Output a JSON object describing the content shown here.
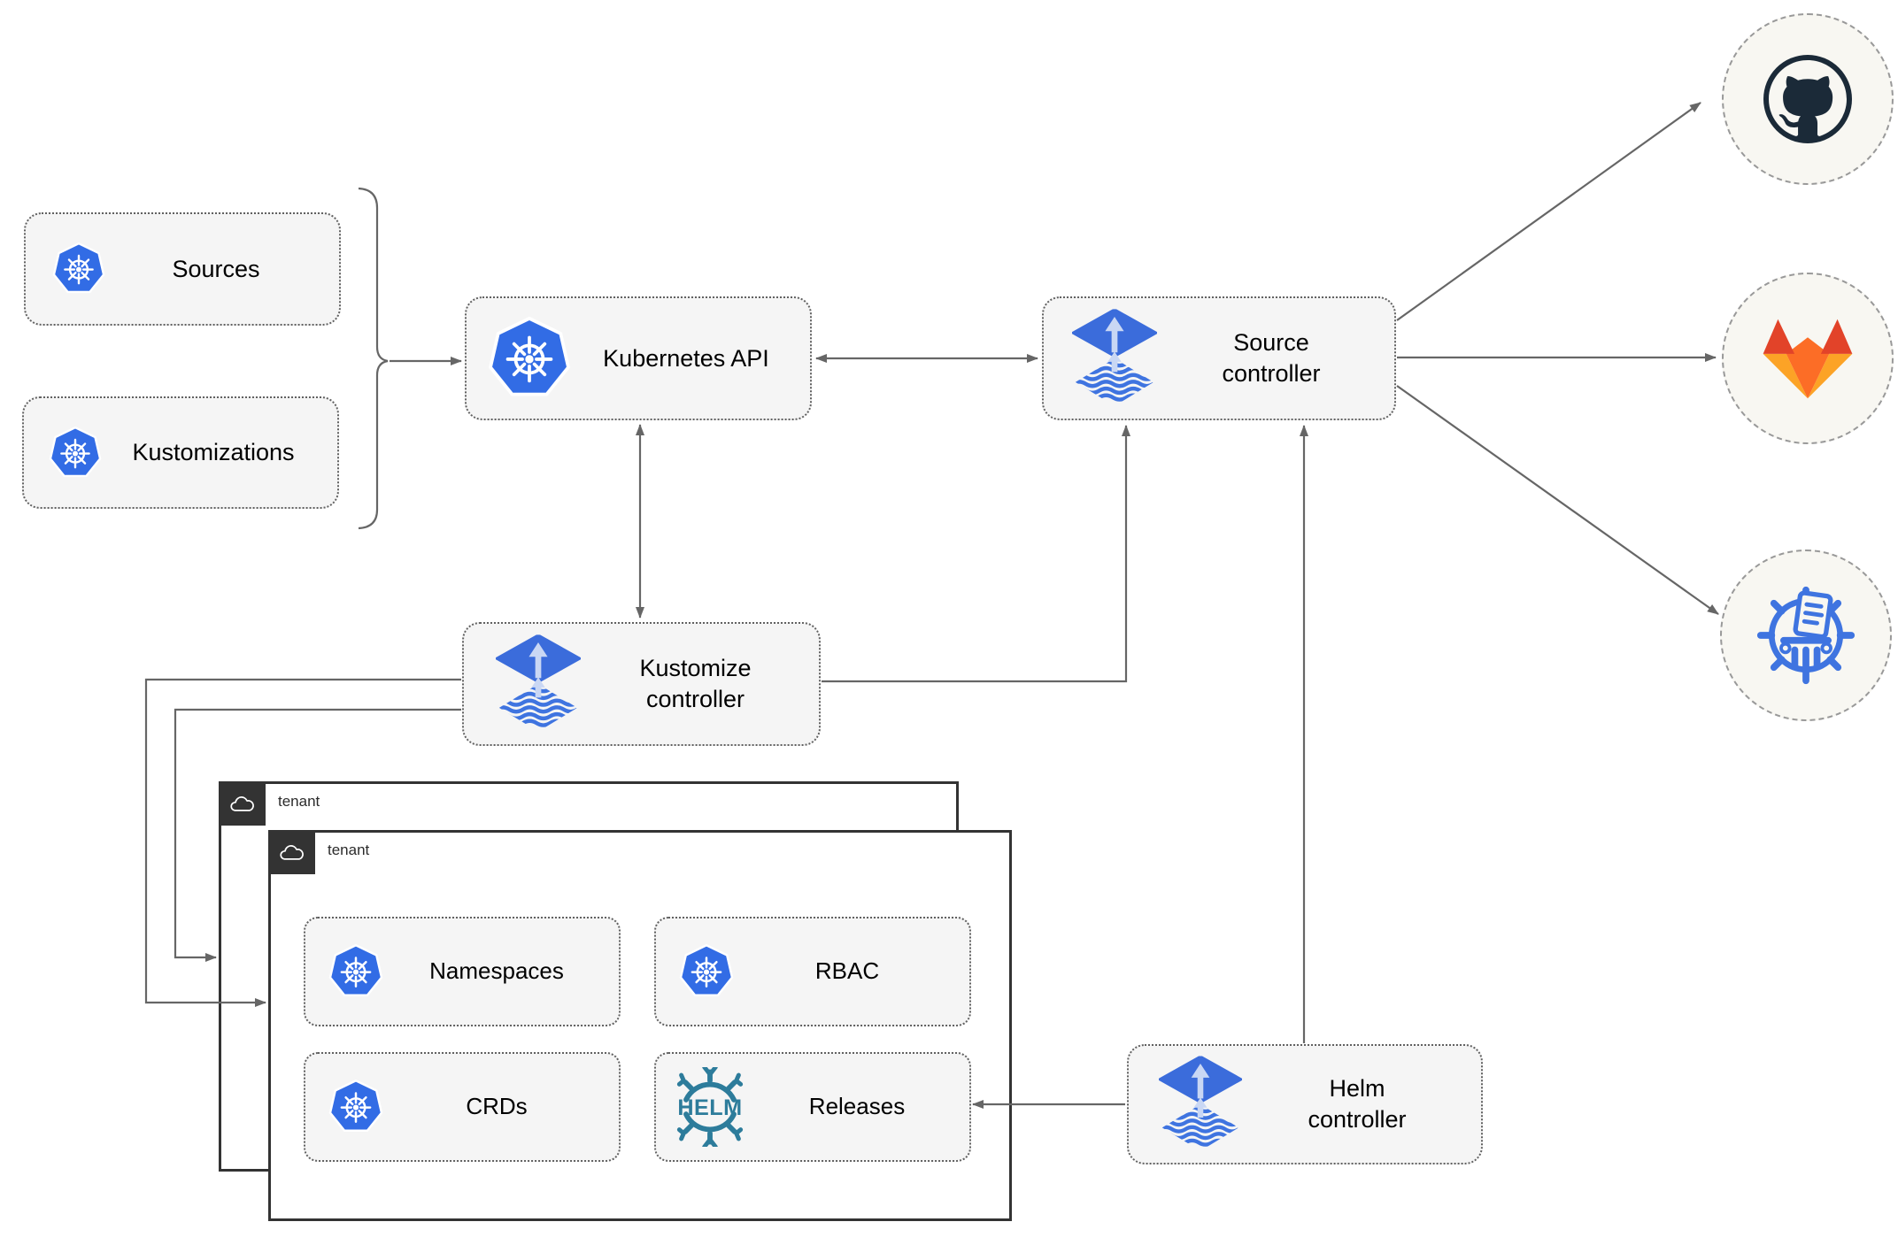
{
  "nodes": {
    "sources": "Sources",
    "kustomizations": "Kustomizations",
    "kubernetes_api": "Kubernetes API",
    "source_controller": "Source controller",
    "kustomize_controller": "Kustomize controller",
    "helm_controller": "Helm controller",
    "namespaces": "Namespaces",
    "rbac": "RBAC",
    "crds": "CRDs",
    "releases": "Releases"
  },
  "tenants": {
    "back": "tenant",
    "front": "tenant"
  },
  "helm_logo": "HELM",
  "icons": {
    "kubernetes": "kubernetes-icon",
    "flux": "flux-icon",
    "helm": "helm-logo-icon",
    "cloud": "cloud-icon",
    "github": "github-icon",
    "gitlab": "gitlab-icon",
    "registry": "registry-icon"
  },
  "edges": [
    {
      "from": "sources-kustomizations-group",
      "to": "kubernetes-api",
      "type": "arrow"
    },
    {
      "from": "kubernetes-api",
      "to": "source-controller",
      "type": "double-arrow"
    },
    {
      "from": "kubernetes-api",
      "to": "kustomize-controller",
      "type": "double-arrow"
    },
    {
      "from": "kustomize-controller",
      "to": "source-controller",
      "type": "arrow"
    },
    {
      "from": "helm-controller",
      "to": "source-controller",
      "type": "arrow"
    },
    {
      "from": "helm-controller",
      "to": "releases",
      "type": "arrow"
    },
    {
      "from": "kustomize-controller",
      "to": "tenant-front",
      "type": "arrow"
    },
    {
      "from": "kustomize-controller",
      "to": "tenant-back",
      "type": "arrow"
    },
    {
      "from": "source-controller",
      "to": "github",
      "type": "arrow"
    },
    {
      "from": "source-controller",
      "to": "gitlab",
      "type": "arrow"
    },
    {
      "from": "source-controller",
      "to": "registry",
      "type": "arrow"
    }
  ],
  "colors": {
    "kubernetes_blue": "#326CE5",
    "flux_blue": "#3B6CDB",
    "flux_arrow": "#C9D7F4",
    "flux_wave": "#3F74E0",
    "helm_teal": "#2D7C9B",
    "github_dark": "#1B2A38",
    "gitlab_red": "#E24329",
    "gitlab_orange": "#FC6D26",
    "gitlab_light_orange": "#FCA326",
    "connector_gray": "#666666",
    "box_bg": "#F5F5F5",
    "box_border": "#616161",
    "tenant_border": "#333333",
    "tab_dark": "#333333",
    "circle_bg": "#F8F7F2",
    "circle_border": "#999999",
    "label_color": "#000000",
    "tenant_label_color": "#2B2B2B"
  }
}
